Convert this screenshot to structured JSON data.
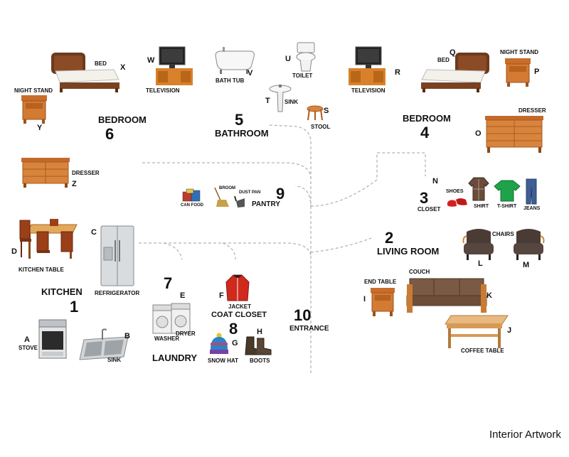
{
  "credit": "Interior Artwork",
  "rooms": {
    "kitchen": {
      "number": "1",
      "name": "KITCHEN"
    },
    "living": {
      "number": "2",
      "name": "LIVING ROOM"
    },
    "closet": {
      "number": "3",
      "name": "CLOSET"
    },
    "bedroom4": {
      "number": "4",
      "name": "BEDROOM"
    },
    "bathroom": {
      "number": "5",
      "name": "BATHROOM"
    },
    "bedroom6": {
      "number": "6",
      "name": "BEDROOM"
    },
    "laundry": {
      "number": "7",
      "name": "LAUNDRY"
    },
    "coat": {
      "number": "8",
      "name": "COAT CLOSET"
    },
    "pantry": {
      "number": "9",
      "name": "PANTRY"
    },
    "entrance": {
      "number": "10",
      "name": "ENTRANCE"
    }
  },
  "items": {
    "bed_x": {
      "name": "BED",
      "letter": "X"
    },
    "tv_w": {
      "name": "TELEVISION",
      "letter": "W"
    },
    "nightstand_y": {
      "name": "NIGHT STAND",
      "letter": "Y"
    },
    "dresser_z": {
      "name": "DRESSER",
      "letter": "Z"
    },
    "bathtub_v": {
      "name": "BATH TUB",
      "letter": "V"
    },
    "toilet_u": {
      "name": "TOILET",
      "letter": "U"
    },
    "sink_t": {
      "name": "SINK",
      "letter": "T"
    },
    "stool_s": {
      "name": "STOOL",
      "letter": "S"
    },
    "tv_r": {
      "name": "TELEVISION",
      "letter": "R"
    },
    "bed_q": {
      "name": "BED",
      "letter": "Q"
    },
    "nightstand_p": {
      "name": "NIGHT STAND",
      "letter": "P"
    },
    "dresser_o": {
      "name": "DRESSER",
      "letter": "O"
    },
    "shoes_n": {
      "name": "SHOES",
      "letter": "N"
    },
    "shirt": {
      "name": "SHIRT"
    },
    "tshirt": {
      "name": "T-SHIRT"
    },
    "jeans": {
      "name": "JEANS"
    },
    "canfood": {
      "name": "CAN FOOD"
    },
    "broom": {
      "name": "BROOM"
    },
    "dustpan": {
      "name": "DUST PAN"
    },
    "table_d": {
      "name": "KITCHEN TABLE",
      "letter": "D"
    },
    "fridge_c": {
      "name": "REFRIGERATOR",
      "letter": "C"
    },
    "stove_a": {
      "name": "STOVE",
      "letter": "A"
    },
    "sink_b": {
      "name": "SINK",
      "letter": "B"
    },
    "washer": {
      "name": "WASHER"
    },
    "dryer_e": {
      "name": "DRYER",
      "letter": "E"
    },
    "jacket_f": {
      "name": "JACKET",
      "letter": "F"
    },
    "snowhat_g": {
      "name": "SNOW HAT",
      "letter": "G"
    },
    "boots_h": {
      "name": "BOOTS",
      "letter": "H"
    },
    "chairs_lm": {
      "name": "CHAIRS",
      "letter_l": "L",
      "letter_m": "M"
    },
    "endtable_i": {
      "name": "END TABLE",
      "letter": "I"
    },
    "couch_k": {
      "name": "COUCH",
      "letter": "K"
    },
    "coffeetable_j": {
      "name": "COFFEE TABLE",
      "letter": "J"
    }
  }
}
